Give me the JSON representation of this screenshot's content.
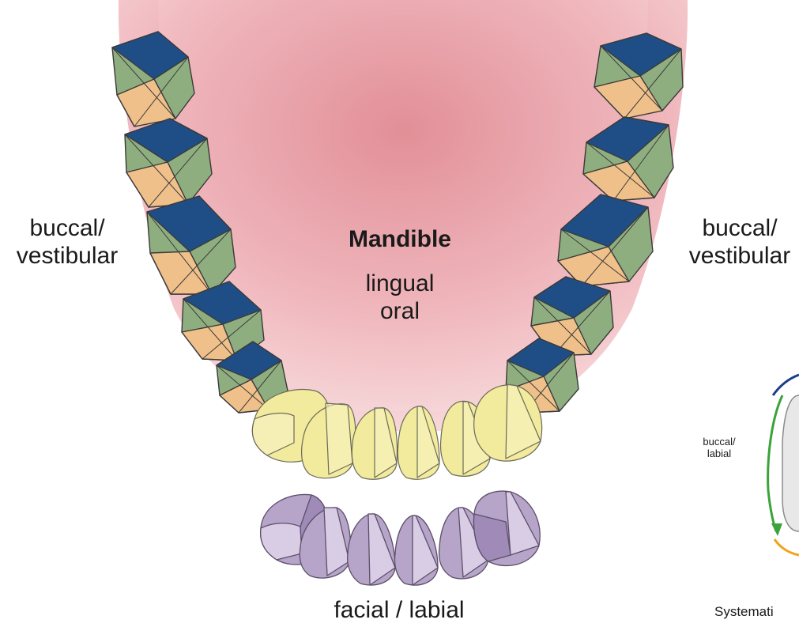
{
  "labels": {
    "buccal_left_1": "buccal/",
    "buccal_left_2": "vestibular",
    "buccal_right_1": "buccal/",
    "buccal_right_2": "vestibular",
    "title": "Mandible",
    "lingual": "lingual",
    "oral": "oral",
    "facial": "facial / labial",
    "inset_1": "buccal/",
    "inset_2": "labial",
    "caption": "Systemati"
  },
  "colors": {
    "mucosa": "#e58a92",
    "buccal_surface": "#1f4e87",
    "occlusal_surface": "#8fae80",
    "lingual_surface": "#efc08a",
    "incisor_yellow": "#f2ea9c",
    "incisor_purple": "#b7a4c9",
    "arrow_green": "#3aa33a",
    "arc_blue": "#1c3f8a",
    "arc_orange": "#f0a41e"
  }
}
